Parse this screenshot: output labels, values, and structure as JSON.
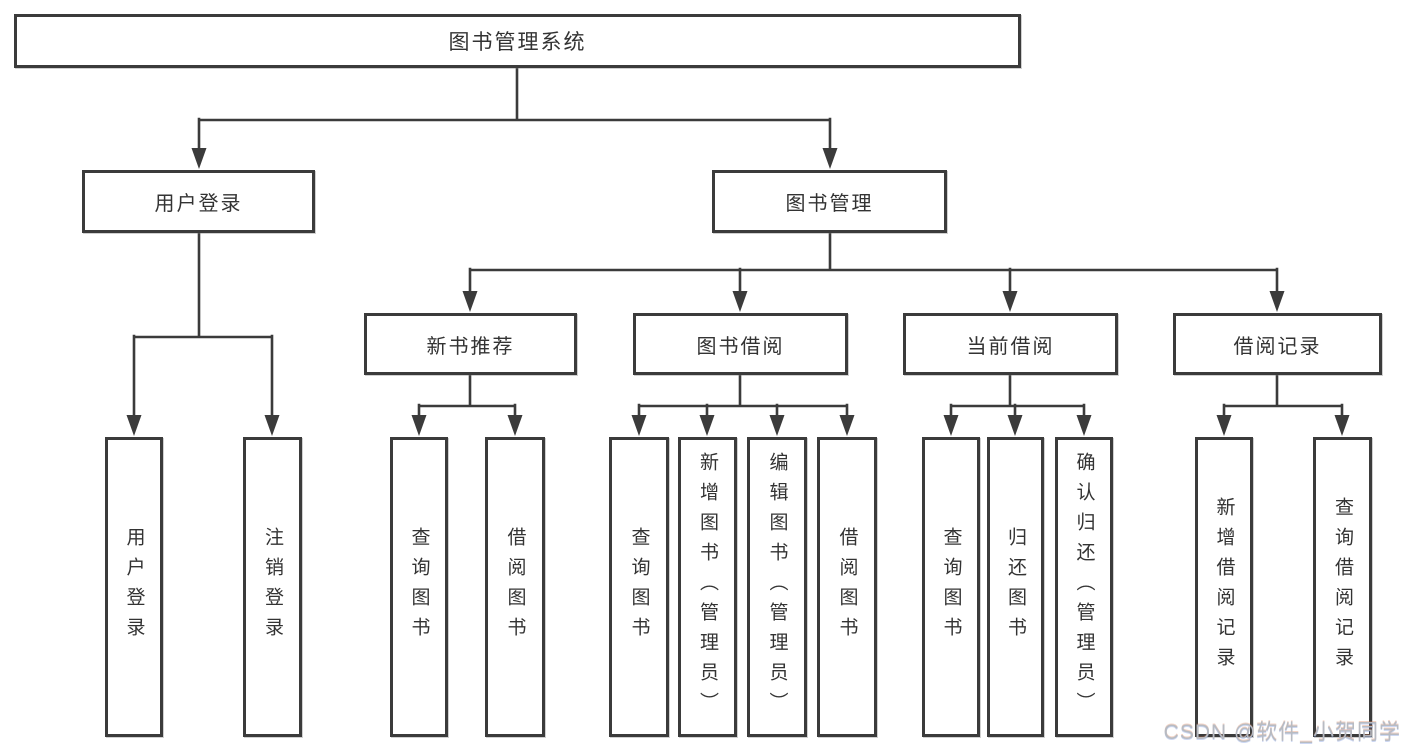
{
  "colors": {
    "line": "#3b3b3b",
    "box_border": "#3b3b3b",
    "box_fill": "#ffffff",
    "text": "#333333",
    "watermark": "#b7bbc2",
    "background": "#ffffff"
  },
  "watermark": {
    "text": "CSDN @软件_小贺同学"
  },
  "tree": {
    "label": "图书管理系统",
    "children": [
      {
        "label": "用户登录",
        "children": [
          {
            "label": "用户登录"
          },
          {
            "label": "注销登录"
          }
        ]
      },
      {
        "label": "图书管理",
        "children": [
          {
            "label": "新书推荐",
            "children": [
              {
                "label": "查询图书"
              },
              {
                "label": "借阅图书"
              }
            ]
          },
          {
            "label": "图书借阅",
            "children": [
              {
                "label": "查询图书"
              },
              {
                "label": "新增图书（管理员）"
              },
              {
                "label": "编辑图书（管理员）"
              },
              {
                "label": "借阅图书"
              }
            ]
          },
          {
            "label": "当前借阅",
            "children": [
              {
                "label": "查询图书"
              },
              {
                "label": "归还图书"
              },
              {
                "label": "确认归还（管理员）"
              }
            ]
          },
          {
            "label": "借阅记录",
            "children": [
              {
                "label": "新增借阅记录"
              },
              {
                "label": "查询借阅记录"
              }
            ]
          }
        ]
      }
    ]
  }
}
